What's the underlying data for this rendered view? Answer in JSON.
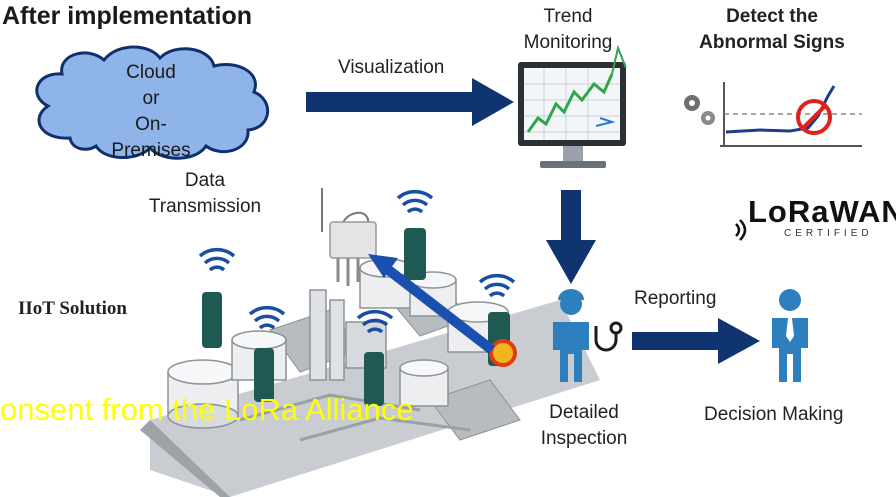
{
  "title": "After implementation",
  "cloud": {
    "line1": "Cloud",
    "line2": "or",
    "line3": "On-Premises"
  },
  "labels": {
    "visualization": "Visualization",
    "trend_line1": "Trend",
    "trend_line2": "Monitoring",
    "detect_line1": "Detect the",
    "detect_line2": "Abnormal Signs",
    "data_line1": "Data",
    "data_line2": "Transmission",
    "iiot": "IIoT Solution",
    "reporting": "Reporting",
    "inspection_line1": "Detailed",
    "inspection_line2": "Inspection",
    "decision": "Decision Making"
  },
  "logo": {
    "word": "LoRaWAN",
    "sub": "CERTIFIED"
  },
  "watermark": "onsent from the LoRa Alliance",
  "colors": {
    "arrow": "#0f3470",
    "cloud": "#8fb4ea",
    "cloud_stroke": "#0f2f6e",
    "watermark": "#ffff00"
  }
}
